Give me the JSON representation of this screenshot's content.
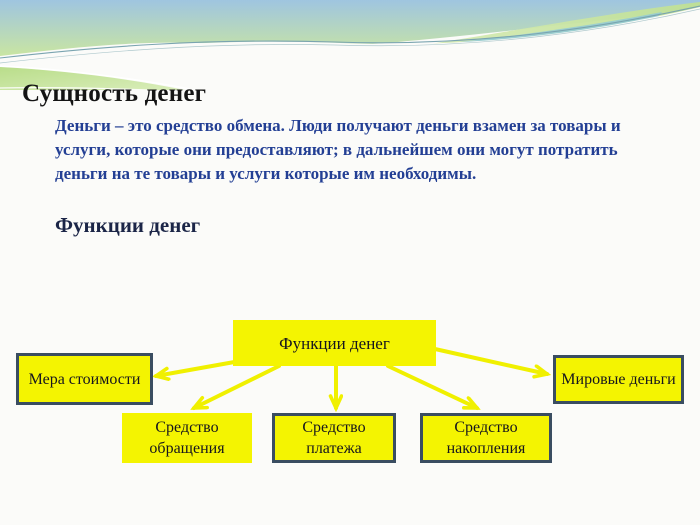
{
  "slide": {
    "title": "Сущность денег",
    "paragraph": "Деньги – это средство обмена. Люди получают деньги взамен за товары и услуги, которые они предоставляют;  в дальнейшем они могут потратить деньги на те товары и услуги которые им необходимы.",
    "subheading": "Функции денег"
  },
  "diagram": {
    "root": {
      "label": "Функции денег"
    },
    "nodes": [
      {
        "label": "Мера стоимости"
      },
      {
        "label": "Средство обращения"
      },
      {
        "label": "Средство платежа"
      },
      {
        "label": "Средство накопления"
      },
      {
        "label": "Мировые деньги"
      }
    ]
  },
  "colors": {
    "node_fill": "#f4f401",
    "node_border": "#3a4d61",
    "arrow": "#f0f000",
    "paragraph_text": "#233f94",
    "title_text": "#141414",
    "wave_blue": "#9fc5e0",
    "wave_green": "#c6e3a0",
    "background": "#fbfbf9"
  }
}
